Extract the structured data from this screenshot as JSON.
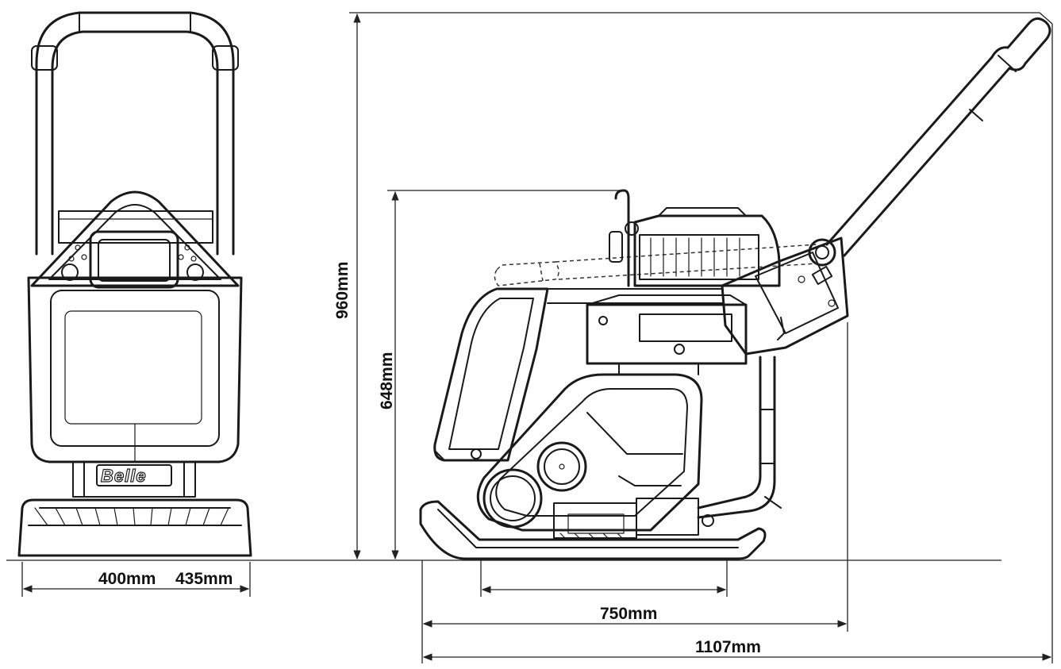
{
  "dimensions": {
    "width_front_label": "400mm",
    "width_plate_label": "435mm",
    "height_total_label": "960mm",
    "height_body_label": "648mm",
    "plate_length_label": "750mm",
    "body_length_label": "1107mm"
  },
  "machine": {
    "brand_logo": "Belle"
  },
  "colors": {
    "line": "#1a1a1a",
    "background": "#ffffff"
  }
}
